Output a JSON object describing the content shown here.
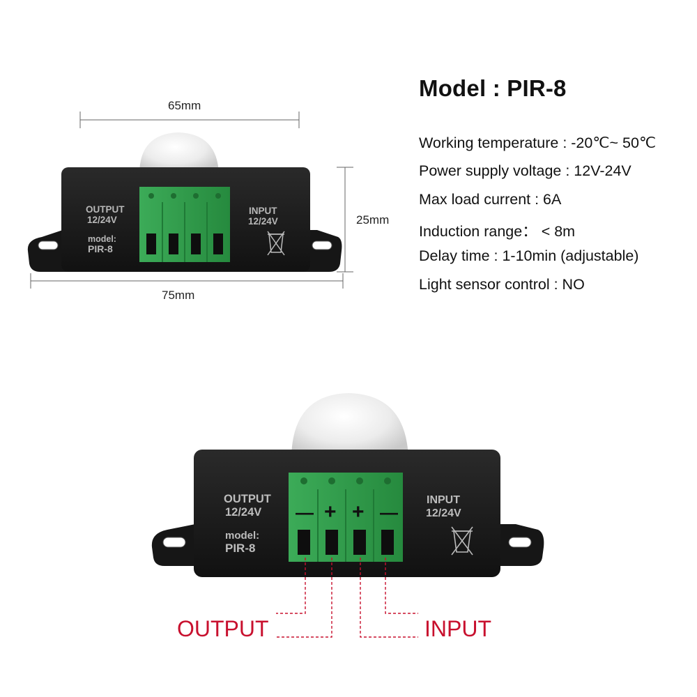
{
  "specs": {
    "title": "Model : PIR-8",
    "lines": [
      "Working temperature : -20℃~ 50℃",
      "Power supply voltage : 12V-24V",
      "Max load current : 6A",
      "Induction range： < 8m",
      "Delay time :  1-10min (adjustable)",
      "Light sensor control : NO"
    ]
  },
  "dimensions": {
    "top_width": "65mm",
    "height": "25mm",
    "total_width": "75mm"
  },
  "device": {
    "output_label": "OUTPUT",
    "output_voltage": "12/24V",
    "model_label": "model:",
    "model_value": "PIR-8",
    "input_label": "INPUT",
    "input_voltage": "12/24V",
    "terminal_signs": [
      "—",
      "+",
      "+",
      "—"
    ]
  },
  "wiring": {
    "output_label": "OUTPUT",
    "input_label": "INPUT"
  },
  "colors": {
    "terminal_green": "#2f9a4a",
    "housing_black": "#1c1c1c",
    "wire_label_red": "#c8102e"
  }
}
